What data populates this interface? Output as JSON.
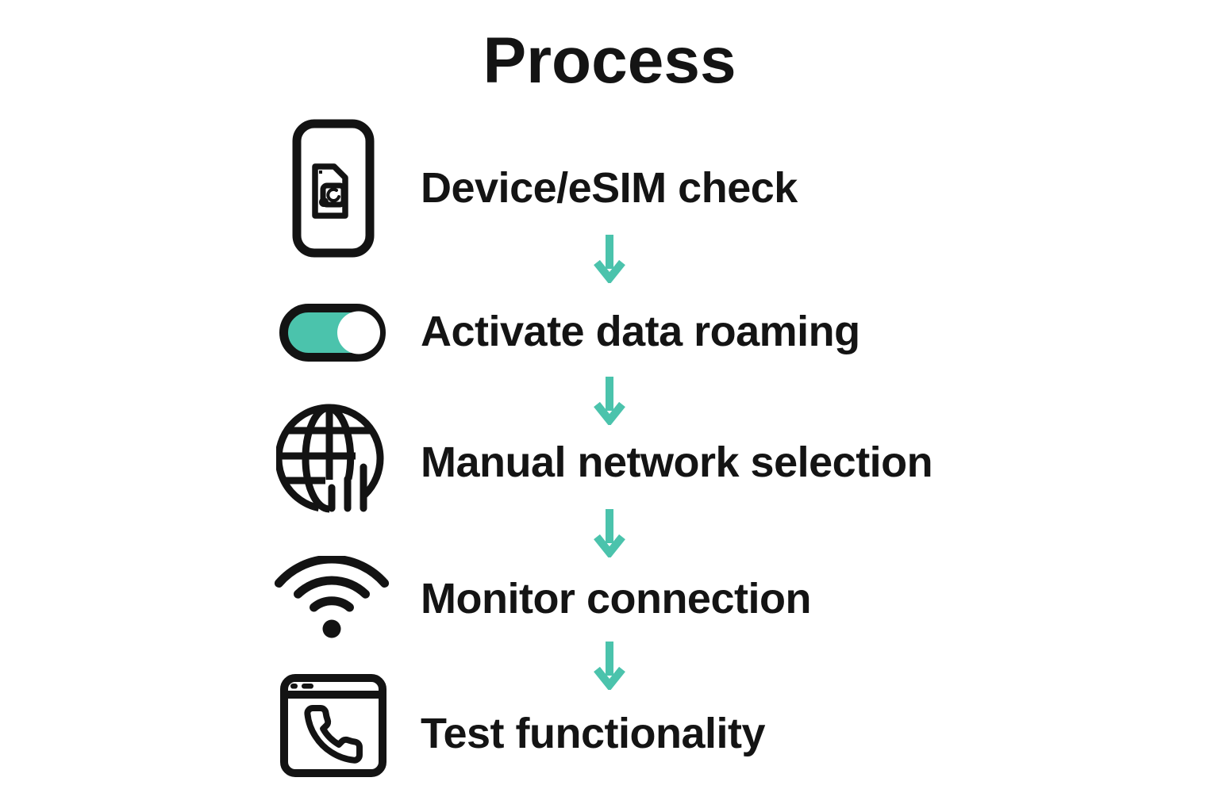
{
  "title": "Process",
  "colors": {
    "ink": "#141414",
    "accent_teal": "#4BC3AC",
    "background": "#FFFFFF"
  },
  "connector": "down-arrow",
  "steps": [
    {
      "label": "Device/eSIM check",
      "icon": "phone-esim-icon"
    },
    {
      "label": "Activate data roaming",
      "icon": "toggle-on-icon"
    },
    {
      "label": "Manual network selection",
      "icon": "globe-signal-icon"
    },
    {
      "label": "Monitor connection",
      "icon": "wifi-icon"
    },
    {
      "label": "Test functionality",
      "icon": "browser-call-icon"
    }
  ]
}
